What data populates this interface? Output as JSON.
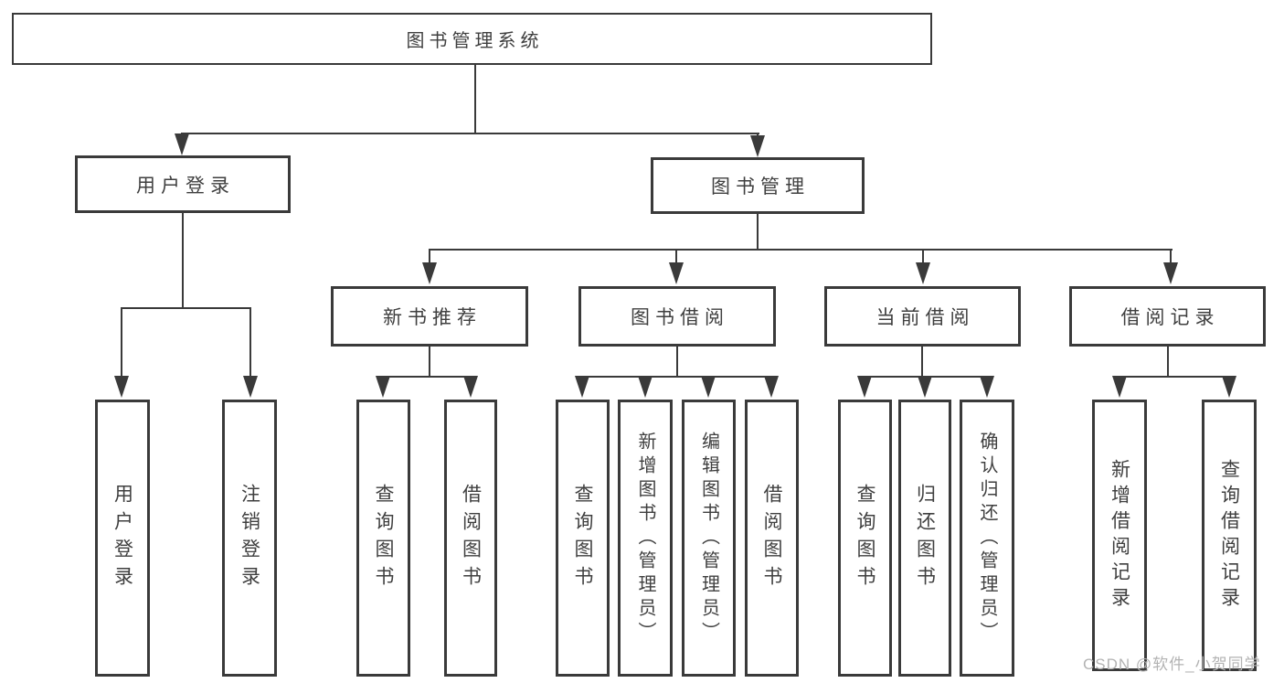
{
  "title": "图书管理系统",
  "tree": {
    "label": "图书管理系统",
    "children": [
      {
        "label": "用户登录",
        "children": [
          {
            "label": "用户登录"
          },
          {
            "label": "注销登录"
          }
        ]
      },
      {
        "label": "图书管理",
        "children": [
          {
            "label": "新书推荐",
            "children": [
              {
                "label": "查询图书"
              },
              {
                "label": "借阅图书"
              }
            ]
          },
          {
            "label": "图书借阅",
            "children": [
              {
                "label": "查询图书"
              },
              {
                "label": "新增图书（管理员）"
              },
              {
                "label": "编辑图书（管理员）"
              },
              {
                "label": "借阅图书"
              }
            ]
          },
          {
            "label": "当前借阅",
            "children": [
              {
                "label": "查询图书"
              },
              {
                "label": "归还图书"
              },
              {
                "label": "确认归还（管理员）"
              }
            ]
          },
          {
            "label": "借阅记录",
            "children": [
              {
                "label": "新增借阅记录"
              },
              {
                "label": "查询借阅记录"
              }
            ]
          }
        ]
      }
    ]
  },
  "watermark": "CSDN @软件_小贺同学",
  "colors": {
    "line": "#3a3a3a",
    "text": "#3f3f3f",
    "background": "#ffffff",
    "watermark": "#b3b3b3"
  }
}
